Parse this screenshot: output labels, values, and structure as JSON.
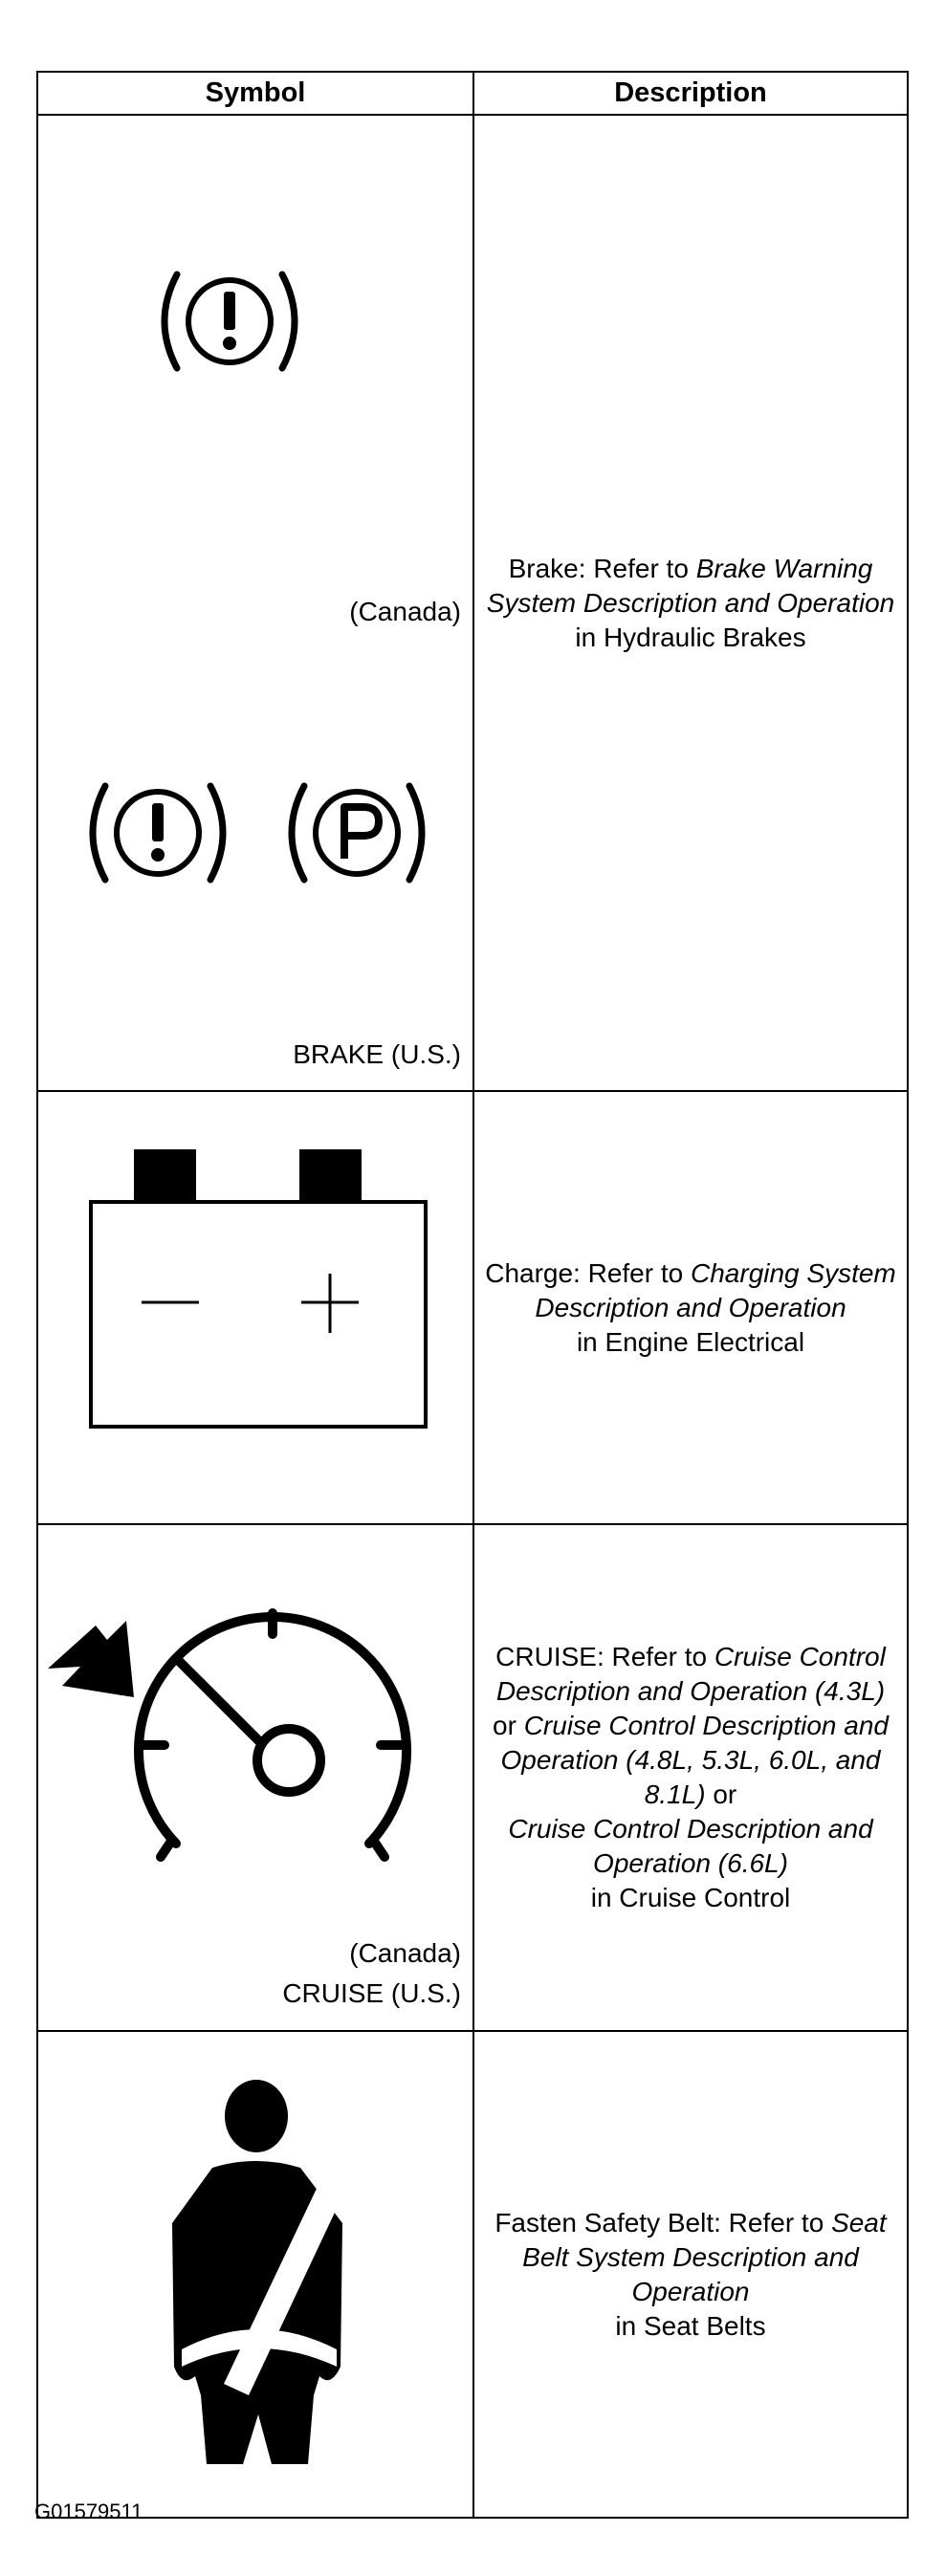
{
  "table": {
    "headers": {
      "symbol": "Symbol",
      "description": "Description"
    },
    "rows": [
      {
        "symbol_labels": [
          "(Canada)",
          "BRAKE (U.S.)"
        ],
        "icons": [
          "brake-warning-icon",
          "brake-warning-icon",
          "parking-brake-icon"
        ],
        "description": {
          "p1": "Brake: Refer to ",
          "i1": "Brake Warning System Description and Operation",
          "p2": "in Hydraulic Brakes"
        }
      },
      {
        "icons": [
          "battery-charge-icon"
        ],
        "description": {
          "p1": "Charge: Refer to ",
          "i1": "Charging System Description and Operation",
          "p2": "in Engine Electrical"
        }
      },
      {
        "symbol_labels": [
          "(Canada)",
          "CRUISE (U.S.)"
        ],
        "icons": [
          "cruise-control-icon"
        ],
        "description": {
          "p1": "CRUISE: Refer to ",
          "i1": "Cruise Control Description and Operation (4.3L)",
          "p2": "or ",
          "i2": "Cruise Control Description and Operation (4.8L, 5.3L, 6.0L, and 8.1L)",
          "p3": " or",
          "i3": "Cruise Control Description and Operation (6.6L)",
          "p4": "in Cruise Control"
        }
      },
      {
        "icons": [
          "seat-belt-icon"
        ],
        "description": {
          "p1": "Fasten Safety Belt: Refer to ",
          "i1": "Seat Belt System Description and Operation",
          "p2": "in Seat Belts"
        }
      }
    ]
  },
  "footer": {
    "figure_id": "G01579511"
  }
}
